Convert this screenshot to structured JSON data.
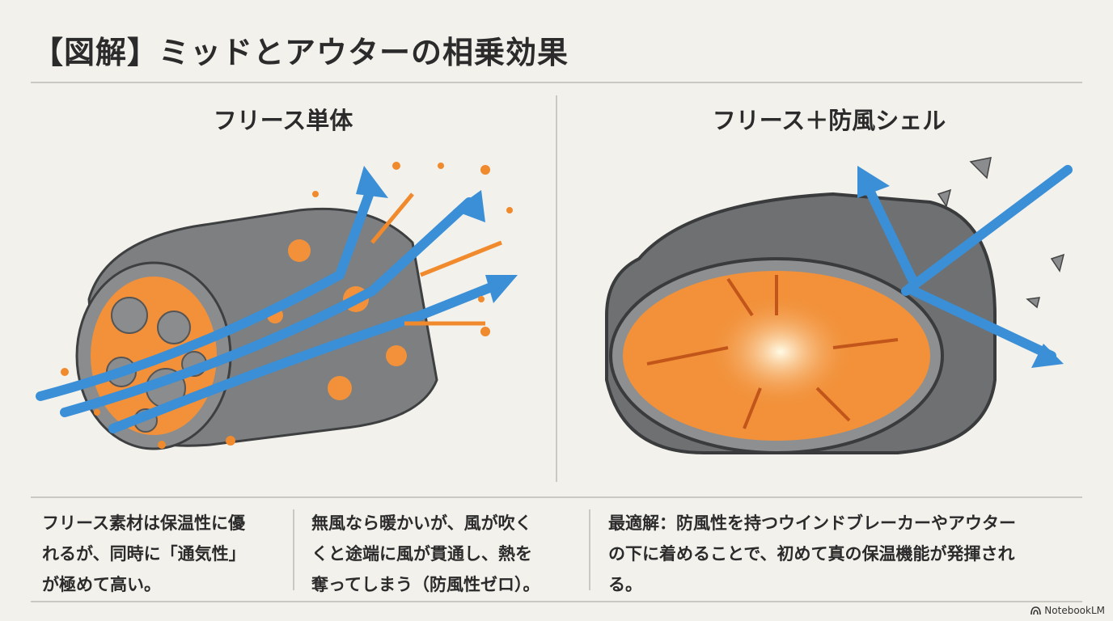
{
  "title": "【図解】ミッドとアウターの相乗効果",
  "left_panel": {
    "heading": "フリース単体"
  },
  "right_panel": {
    "heading": "フリース＋防風シェル"
  },
  "captions": [
    {
      "lines": [
        "フリース素材は保温性に優",
        "れるが、同時に「通気性」",
        "が極めて高い。"
      ]
    },
    {
      "lines": [
        "無風なら暖かいが、風が吹く",
        "くと途端に風が貫通し、熱を",
        "奪ってしまう（防風性ゼロ）。"
      ]
    },
    {
      "lines": [
        "最適解：防風性を持つウインドブレーカーやアウター",
        "の下に着めることで、初めて真の保温機能が発揮され",
        "る。"
      ]
    }
  ],
  "brand": "NotebookLM",
  "colors": {
    "wind": "#3a8fd6",
    "heat": "#f08a2c",
    "shell": "#6e7072"
  }
}
